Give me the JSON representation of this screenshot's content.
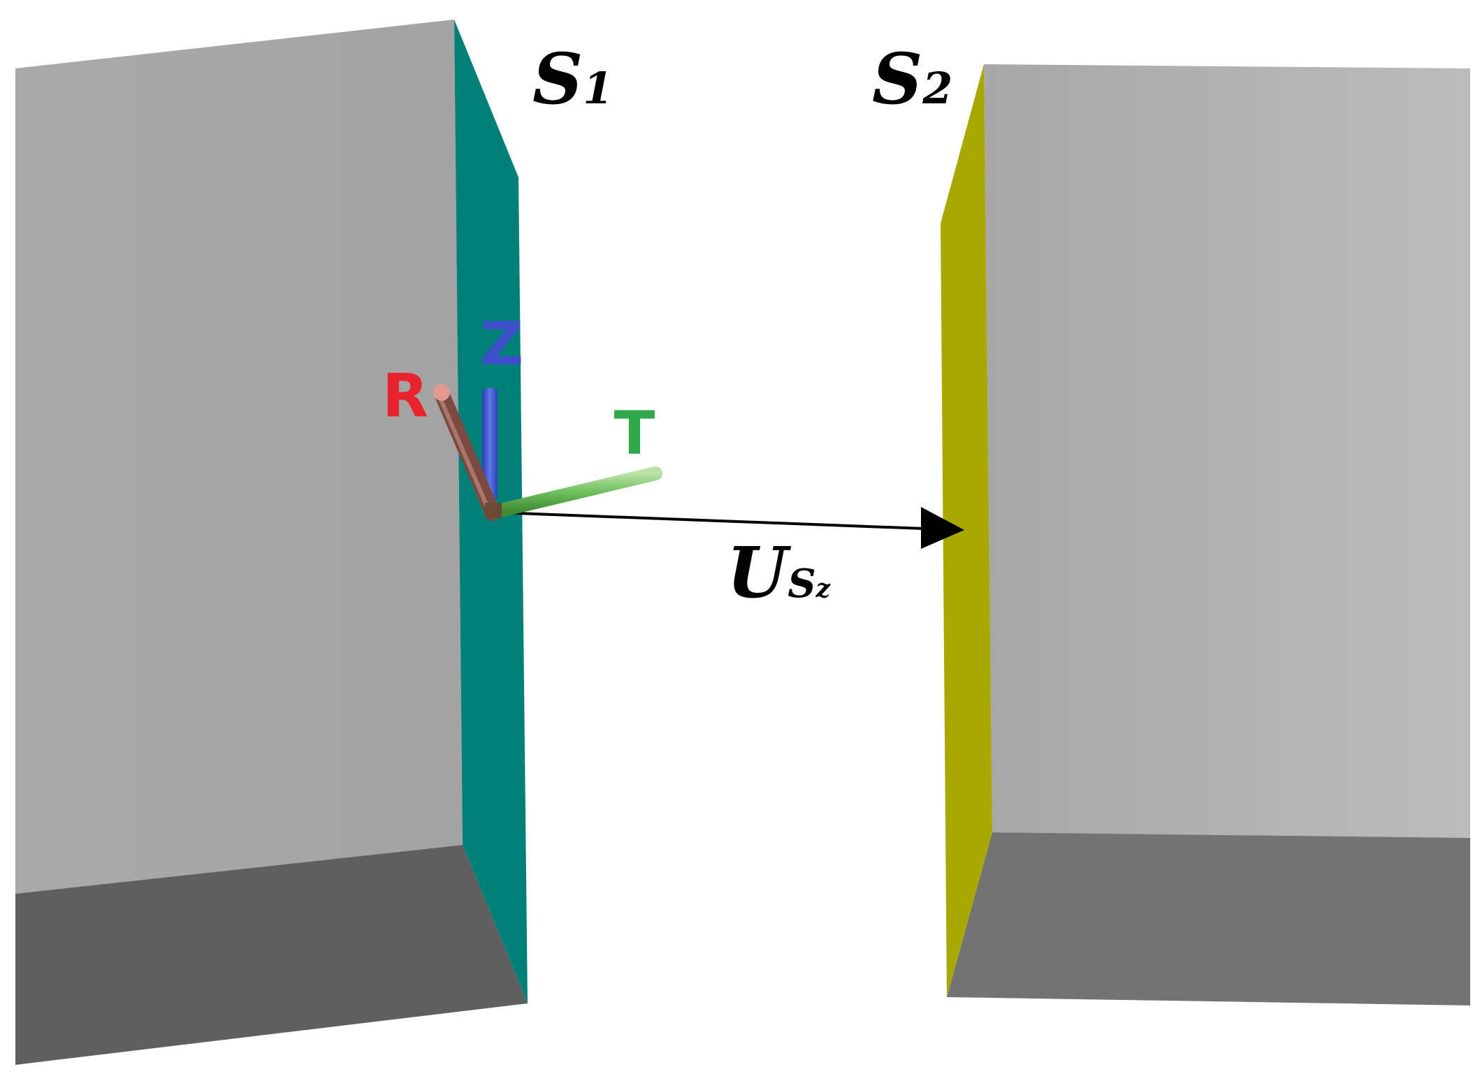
{
  "labels": {
    "surface1": {
      "main": "S",
      "sub": "1"
    },
    "surface2": {
      "main": "S",
      "sub": "2"
    },
    "displacement": {
      "main": "U",
      "sub": "S",
      "subsub": "z"
    },
    "axis_z": "Z",
    "axis_r": "R",
    "axis_t": "T"
  },
  "colors": {
    "block_face": "#a6a6a6",
    "block_bottom_left": "#5f5f5f",
    "block_bottom_right": "#737373",
    "surface1_face": "#008079",
    "surface2_face": "#a8a800",
    "axis_z": "#3a4fc8",
    "axis_r": "#e8232b",
    "axis_t": "#2fa84a",
    "rod_r": "#7a4a40",
    "rod_t": "#6cbf5a",
    "arrow": "#000000"
  }
}
